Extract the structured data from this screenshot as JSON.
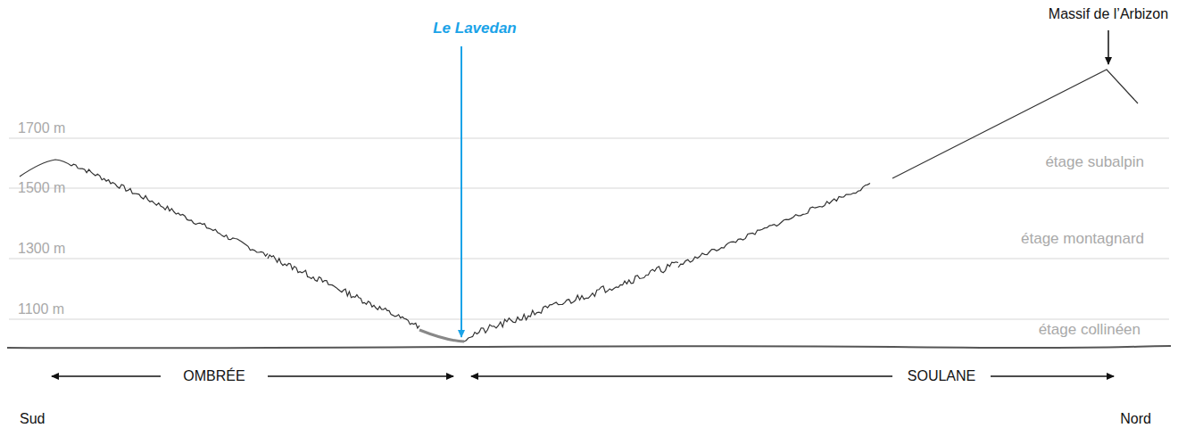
{
  "diagram": {
    "labels": [
      "Le Lavedan",
      "Massif de l’Arbizon",
      "1700 m",
      "1500 m",
      "1300 m",
      "1100 m",
      "étage subalpin",
      "étage montagnard",
      "étage collinéen",
      "OMBRÉE",
      "SOULANE",
      "Sud",
      "Nord"
    ]
  }
}
